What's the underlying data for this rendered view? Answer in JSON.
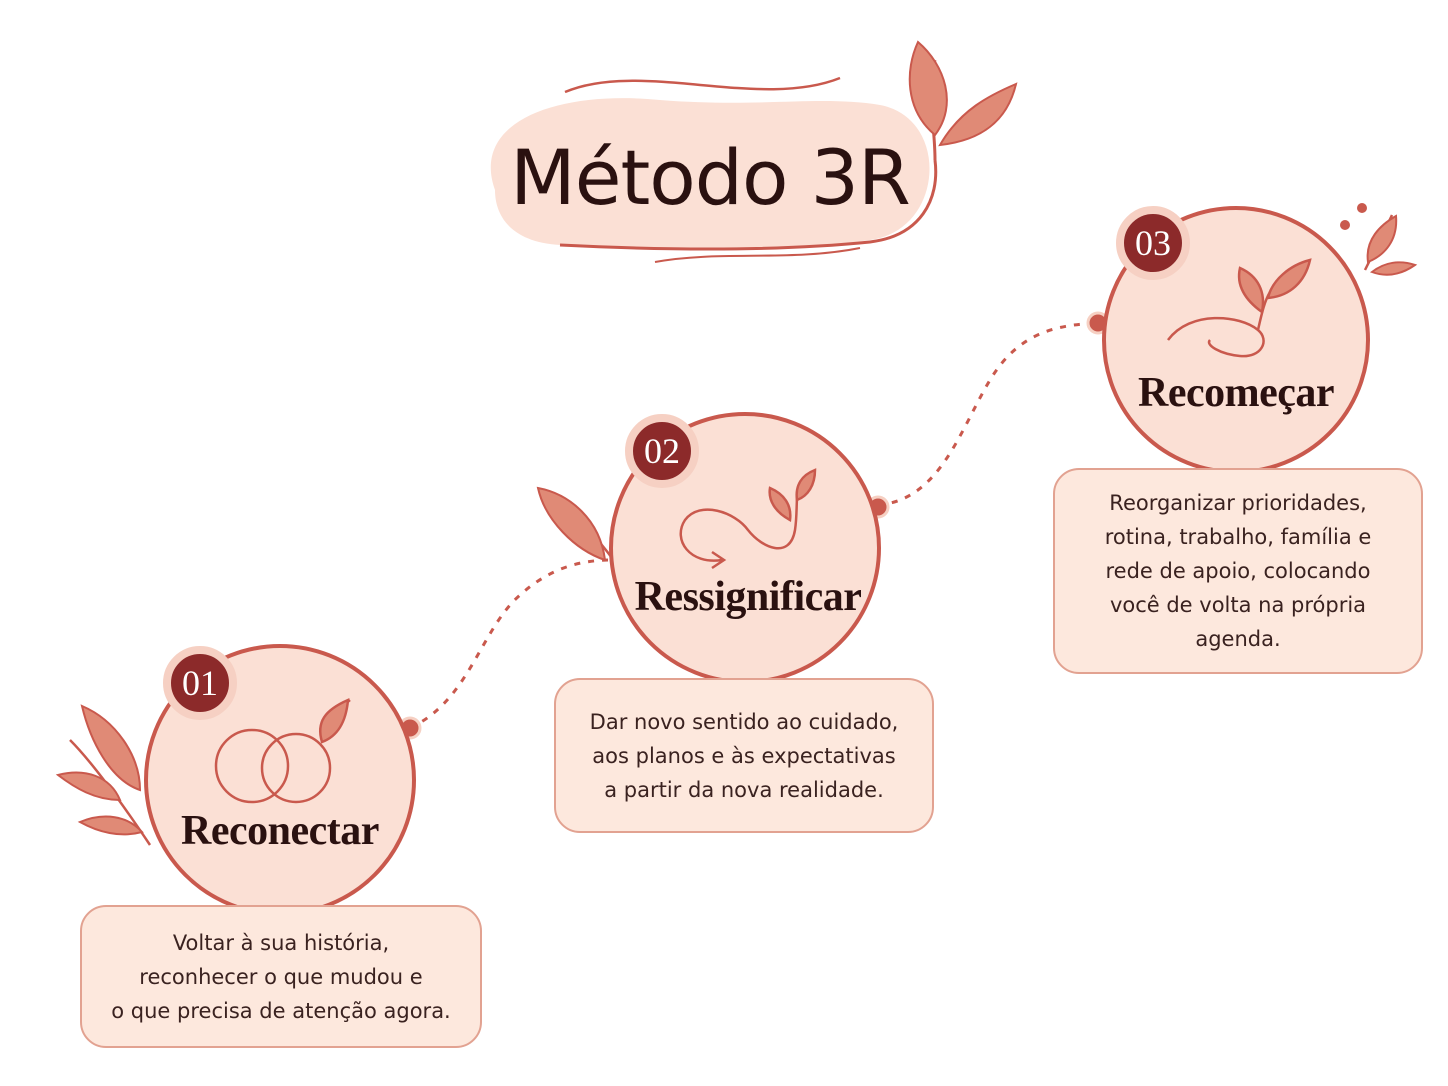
{
  "title": "Método 3R",
  "steps": [
    {
      "number": "01",
      "name": "Reconectar",
      "icon": "interlocked-rings-leaf-icon",
      "description_lines": [
        "Voltar à sua história,",
        "reconhecer o que mudou e",
        "o que precisa de atenção agora."
      ]
    },
    {
      "number": "02",
      "name": "Ressignificar",
      "icon": "loop-arrow-sprout-icon",
      "description_lines": [
        "Dar novo sentido ao cuidado,",
        "aos planos e às expectativas",
        "a partir da nova realidade."
      ]
    },
    {
      "number": "03",
      "name": "Recomeçar",
      "icon": "sprout-icon",
      "description_lines": [
        "Reorganizar prioridades,",
        "rotina, trabalho, família e",
        "rede de apoio, colocando",
        "você de volta na própria",
        "agenda."
      ]
    }
  ],
  "colors": {
    "accent": "#c9594d",
    "badge": "#8c2a2a",
    "circle_fill": "#fbe0d5",
    "card_fill": "#fde8dd",
    "text": "#2a1110"
  }
}
